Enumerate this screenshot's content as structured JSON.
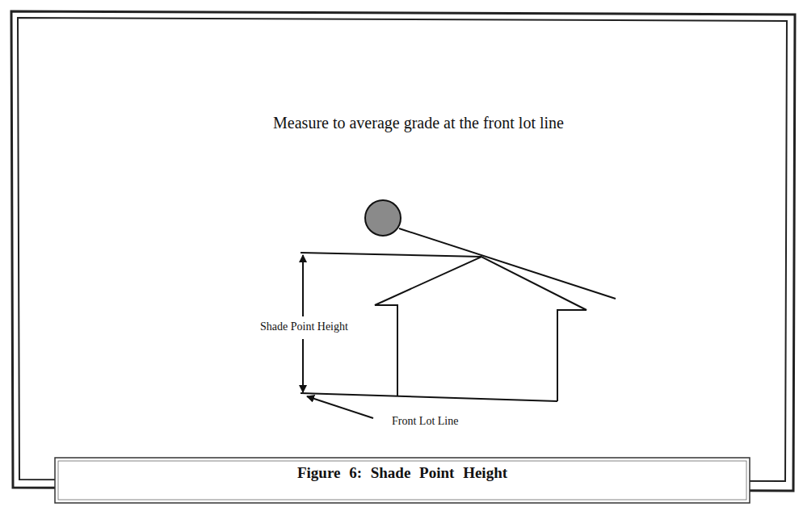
{
  "diagram": {
    "caption": "Figure 6: Shade Point Height",
    "labels": [
      "Measure to average grade at the front lot line",
      "Shade Point Height",
      "Front Lot Line"
    ]
  }
}
